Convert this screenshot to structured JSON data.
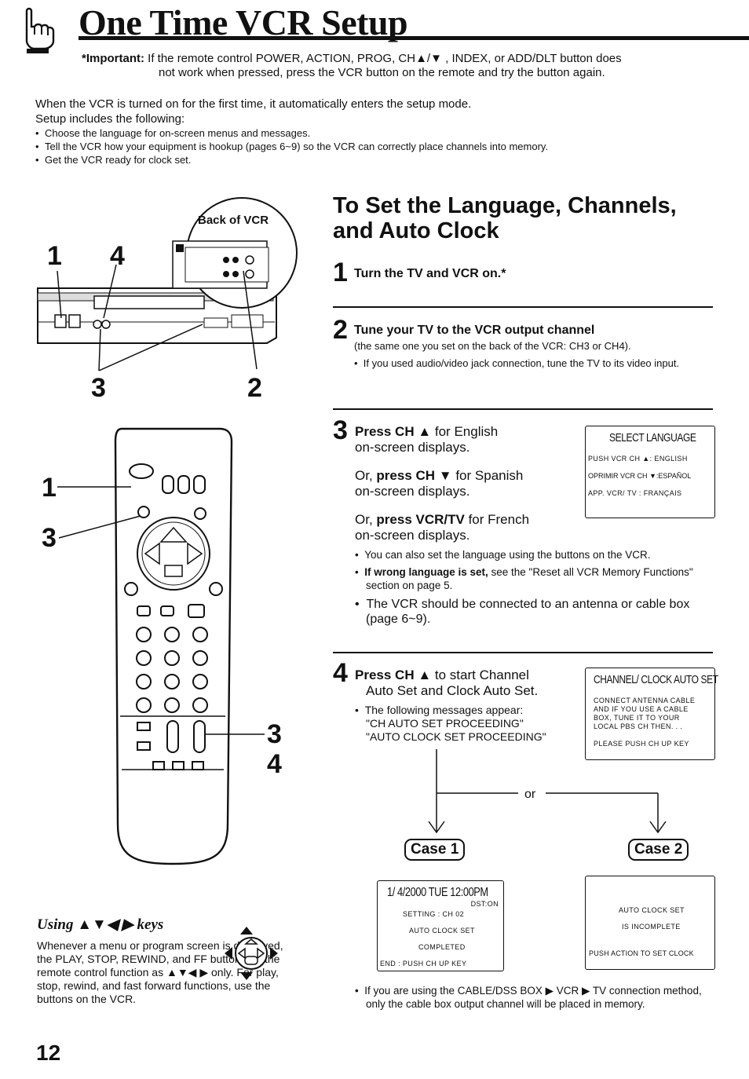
{
  "header": {
    "title": "One Time VCR Setup",
    "important_label": "*Important:",
    "important_line1": " If the remote control POWER, ACTION, PROG, CH▲/▼ , INDEX, or ADD/DLT button does",
    "important_line2": "not work when pressed, press the VCR button on the remote and try the button again."
  },
  "intro": {
    "line1": "When the VCR is turned on for the first time, it automatically enters the setup mode.",
    "line2": "Setup includes the following:",
    "bullets": [
      "Choose the language for on-screen menus and messages.",
      "Tell the VCR how your equipment is hookup (pages 6~9) so the VCR can correctly place channels into memory.",
      "Get the VCR ready for clock set."
    ]
  },
  "vcr_figure": {
    "back_label": "Back of VCR",
    "labels": [
      "1",
      "4",
      "3",
      "2"
    ]
  },
  "remote_figure": {
    "labels": [
      "1",
      "3",
      "3",
      "4"
    ]
  },
  "section": {
    "title_line1": "To Set the Language, Channels,",
    "title_line2": "and Auto Clock"
  },
  "steps": [
    {
      "num": "1",
      "title": "Turn the TV and VCR on.*"
    },
    {
      "num": "2",
      "title": "Tune your TV to the VCR output channel",
      "sub": "(the same one you set on the back of the VCR: CH3 or CH4).",
      "bullet": "If you used audio/video jack connection, tune the TV to its video input."
    },
    {
      "num": "3",
      "a_bold": "Press CH ▲",
      "a_rest": " for English",
      "a_line2": "on-screen displays.",
      "b_pre": "Or, ",
      "b_bold": "press CH ▼",
      "b_rest": " for Spanish",
      "b_line2": "on-screen displays.",
      "c_pre": "Or, ",
      "c_bold": "press VCR/TV",
      "c_rest": " for French",
      "c_line2": "on-screen displays.",
      "bullet1": "You can also set the language using the buttons on the VCR.",
      "bullet2_bold": "If wrong language is set,",
      "bullet2_rest": " see the \"Reset all VCR Memory Functions\" section on page 5.",
      "bullet3": "The VCR should be connected to an antenna or cable box (page 6~9)."
    },
    {
      "num": "4",
      "a_bold": "Press CH ▲",
      "a_rest": " to start Channel",
      "a_line2": "Auto Set and Clock Auto Set.",
      "bullet": "The following messages appear:",
      "msg1": "\"CH AUTO SET PROCEEDING\"",
      "msg2": "\"AUTO CLOCK SET PROCEEDING\""
    }
  ],
  "screens": {
    "language": {
      "title": "SELECT LANGUAGE",
      "lines": [
        "PUSH VCR CH  ▲: ENGLISH",
        "OPRIMIR VCR CH ▼:ESPAÑOL",
        "APP. VCR/ TV    : FRANÇAIS"
      ]
    },
    "channel": {
      "title": "CHANNEL/ CLOCK AUTO SET",
      "lines": [
        "CONNECT ANTENNA CABLE",
        "AND IF YOU USE A CABLE",
        "BOX, TUNE IT TO YOUR",
        "LOCAL PBS CH  THEN. . .",
        "",
        "PLEASE PUSH CH UP KEY"
      ]
    },
    "case1": {
      "title": "1/ 4/2000 TUE 12:00PM",
      "lines": [
        "DST:ON",
        "SETTING : CH 02",
        "AUTO CLOCK SET",
        "COMPLETED",
        "END  : PUSH CH UP KEY"
      ]
    },
    "case2": {
      "lines": [
        "AUTO CLOCK SET",
        "IS INCOMPLETE",
        "",
        "PUSH ACTION TO SET CLOCK"
      ]
    }
  },
  "flow": {
    "or_label": "or",
    "case1_label": "Case 1",
    "case2_label": "Case 2"
  },
  "final_note": {
    "line1": "If you are using the CABLE/DSS BOX ▶ VCR ▶ TV connection method,",
    "line2": "only the cable box output channel will be placed in memory."
  },
  "using": {
    "title": "Using ▲▼◀ ▶ keys",
    "body": "Whenever a menu or program screen is displayed, the PLAY, STOP, REWIND, and FF buttons on the remote control function as ▲▼◀ ▶ only. For play, stop, rewind, and fast forward functions, use the buttons on the VCR."
  },
  "page_number": "12"
}
